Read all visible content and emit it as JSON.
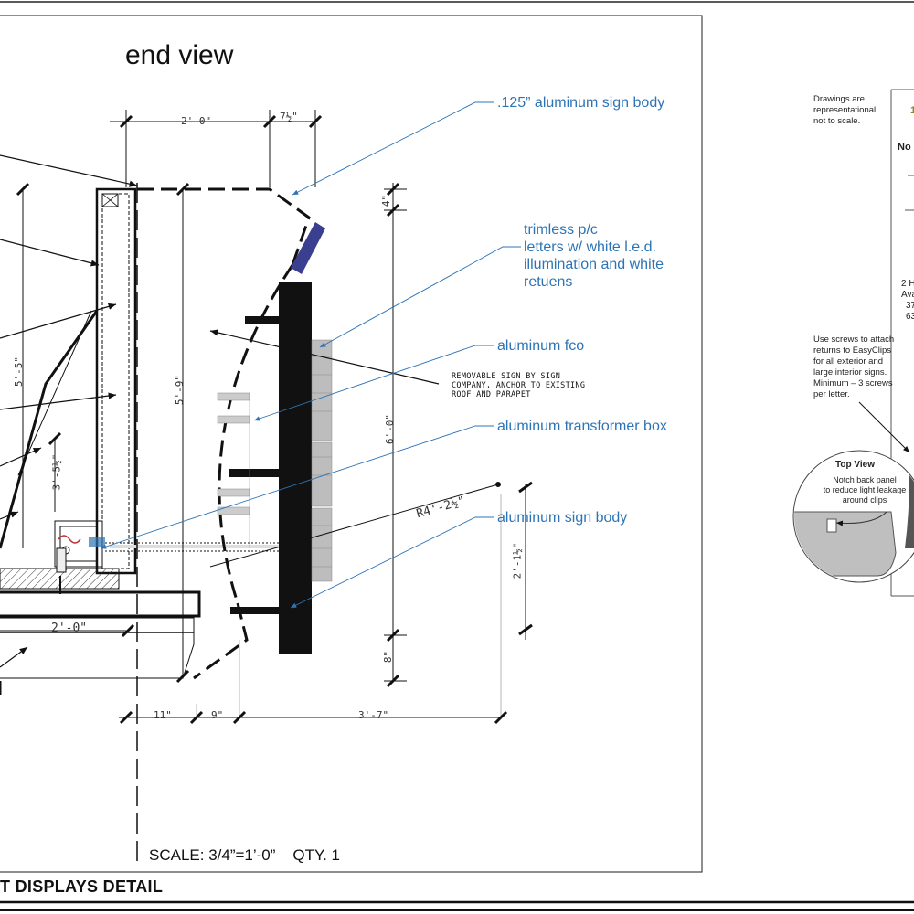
{
  "drawing": {
    "title": "end view",
    "callouts": {
      "sign_body_top": ".125” aluminum sign body",
      "letters": [
        "trimless p/c",
        "letters w/ white l.e.d.",
        "illumination and white",
        "retuens"
      ],
      "fco": "aluminum fco",
      "transformer": "aluminum transformer box",
      "sign_body_bottom": "aluminum sign body"
    },
    "note_lines": [
      "REMOVABLE SIGN BY SIGN",
      "COMPANY, ANCHOR TO EXISTING",
      "ROOF AND PARAPET"
    ],
    "dimensions": {
      "top_2ft": "2'-0\"",
      "top_7half": "7½\"",
      "h_5_5": "5'-5\"",
      "h_5_9": "5'-9\"",
      "h_3_5": "3'-5½\"",
      "h_6_0": "6'-0\"",
      "h_4": "4\"",
      "h_2_1": "2'-1½\"",
      "h_8": "8\"",
      "radius": "R4'-2½\"",
      "base_2ft": "2'-0\"",
      "bottom_11": "11\"",
      "bottom_9": "9\"",
      "bottom_3_7": "3'-7\""
    },
    "scale_text": "SCALE: 3/4”=1’-0”",
    "qty_text": "QTY. 1",
    "bottom_title": "T DISPLAYS DETAIL"
  },
  "side_panel": {
    "disclaimer": [
      "Drawings are",
      "representational,",
      "not to scale."
    ],
    "cut_top_a": "1",
    "cut_top_b": "No",
    "cut_mid_a": "2 H",
    "cut_mid_b": "Ava",
    "cut_mid_c": "37",
    "cut_mid_d": "63",
    "screw_note": [
      "Use screws to attach",
      "returns to EasyClips",
      "for all exterior and",
      "large interior signs.",
      "Minimum – 3 screws",
      "per letter."
    ],
    "top_view_title": "Top View",
    "top_view_text": [
      "Notch back panel",
      "to reduce light leakage",
      "around clips"
    ]
  },
  "colors": {
    "callout_blue": "#2e74b5",
    "led_blue": "#3a3f8f",
    "line": "#111111"
  }
}
